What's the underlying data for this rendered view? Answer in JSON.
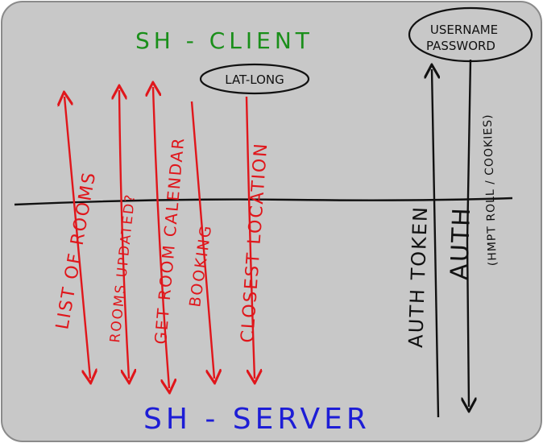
{
  "diagram": {
    "client_label": "SH - CLIENT",
    "server_label": "SH - SERVER",
    "latlong_bubble": "LAT-LONG",
    "credentials_bubble": {
      "line1": "USERNAME",
      "line2": "PASSWORD"
    },
    "red_flows": [
      "LIST OF ROOMS",
      "ROOMS UPDATED?",
      "GET ROOM CALENDAR",
      "BOOKING",
      "CLOSEST LOCATION"
    ],
    "auth_flows": {
      "token": "AUTH TOKEN",
      "auth": "AUTH",
      "cookies": "(HMPT ROLL / COOKIES)"
    },
    "colors": {
      "board": "#c8c8c8",
      "client": "#1a8f1a",
      "server": "#1d1dd6",
      "flow": "#e0161b",
      "ink": "#111111"
    }
  }
}
